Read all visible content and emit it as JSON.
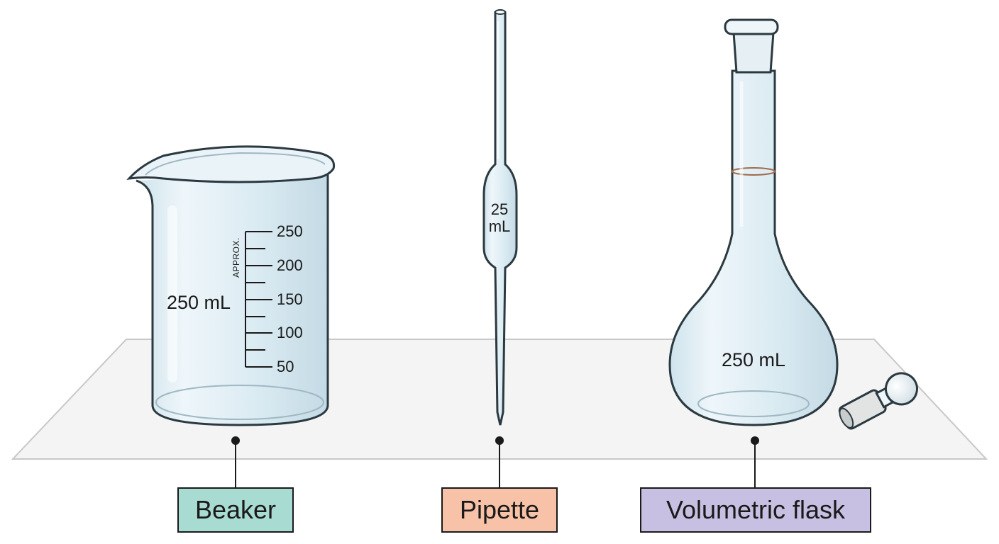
{
  "colors": {
    "glass_outline": "#2b3940",
    "glass_fill": "#dcecf3",
    "glass_light": "#eef6fa",
    "table": "#f4f4f4",
    "table_edge": "#c8c8c8",
    "beaker_caption_bg": "#a8dcd2",
    "pipette_caption_bg": "#f8c2a8",
    "flask_caption_bg": "#c8c0e2",
    "meniscus_line": "#a06a4a"
  },
  "beaker": {
    "capacity": "250 mL",
    "approx": "APPROX.",
    "graduations": [
      "250",
      "200",
      "150",
      "100",
      "50"
    ],
    "caption": "Beaker"
  },
  "pipette": {
    "volume_line1": "25",
    "volume_line2": "mL",
    "caption": "Pipette"
  },
  "flask": {
    "capacity": "250 mL",
    "caption": "Volumetric flask"
  }
}
